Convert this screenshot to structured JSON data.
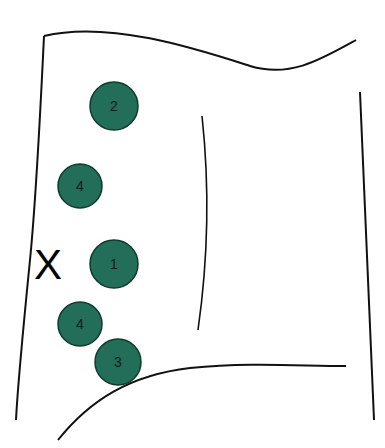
{
  "diagram": {
    "nodes": [
      {
        "text": [
          "2"
        ]
      },
      {
        "text": [
          "4"
        ]
      },
      {
        "text": [
          "1"
        ]
      },
      {
        "text": [
          "4"
        ]
      },
      {
        "text": [
          "3"
        ]
      }
    ],
    "labels": [
      "X"
    ]
  }
}
